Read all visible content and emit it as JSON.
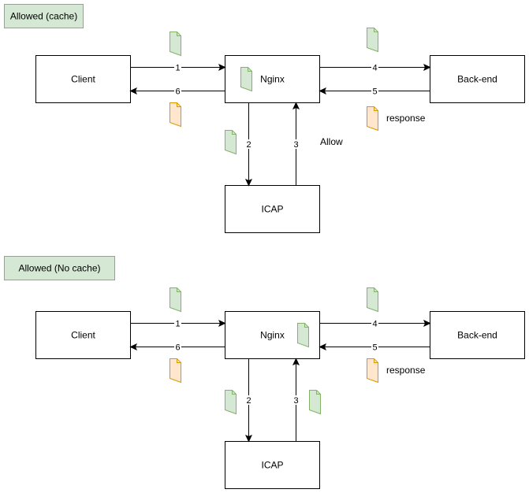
{
  "colors": {
    "tag_fill": "#d5e8d4",
    "tag_stroke": "#82b366",
    "doc_green_fill": "#d5e8d4",
    "doc_green_stroke": "#82b366",
    "doc_orange_fill": "#ffe6cc",
    "doc_orange_stroke": "#d79b00",
    "line": "#000000"
  },
  "diagrams": [
    {
      "tag": "Allowed (cache)",
      "nodes": {
        "client": "Client",
        "nginx": "Nginx",
        "backend": "Back-end",
        "icap": "ICAP"
      },
      "edges": {
        "client_to_nginx": "1",
        "nginx_to_icap": "2",
        "icap_to_nginx": "3",
        "nginx_to_backend": "4",
        "backend_to_nginx": "5",
        "nginx_to_client": "6"
      },
      "notes": {
        "icap_result": "Allow",
        "backend_reply": "response"
      },
      "icons": [
        "document-green-icon",
        "document-orange-icon"
      ]
    },
    {
      "tag": "Allowed (No cache)",
      "nodes": {
        "client": "Client",
        "nginx": "Nginx",
        "backend": "Back-end",
        "icap": "ICAP"
      },
      "edges": {
        "client_to_nginx": "1",
        "nginx_to_icap": "2",
        "icap_to_nginx": "3",
        "nginx_to_backend": "4",
        "backend_to_nginx": "5",
        "nginx_to_client": "6"
      },
      "notes": {
        "backend_reply": "response"
      },
      "icons": [
        "document-green-icon",
        "document-orange-icon"
      ]
    }
  ]
}
